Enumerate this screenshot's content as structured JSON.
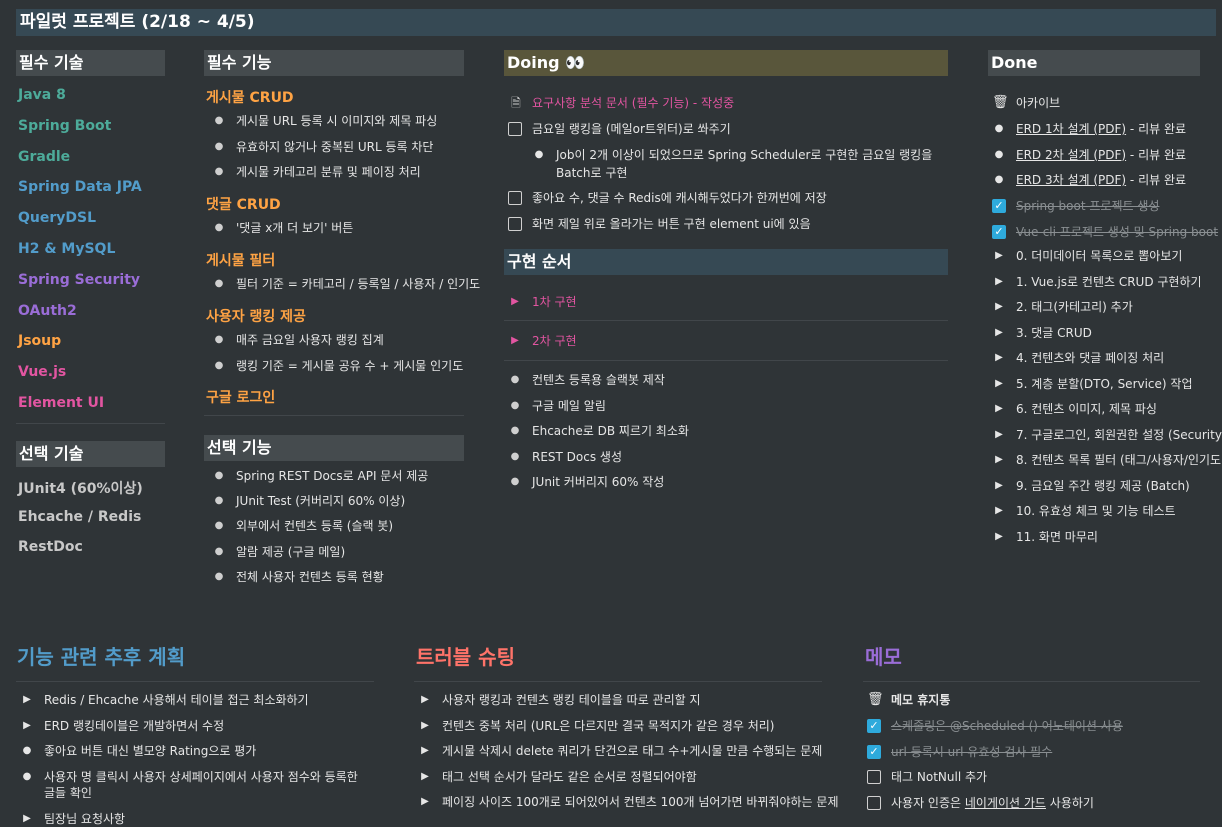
{
  "title": "파일럿 프로젝트 (2/18 ~ 4/5)",
  "required_tech": {
    "header": "필수 기술",
    "items": [
      {
        "label": "Java 8",
        "color": "#4dab9a"
      },
      {
        "label": "Spring Boot",
        "color": "#4dab9a"
      },
      {
        "label": "Gradle",
        "color": "#4dab9a"
      },
      {
        "label": "Spring Data JPA",
        "color": "#529cca"
      },
      {
        "label": "QueryDSL",
        "color": "#529cca"
      },
      {
        "label": "H2 & MySQL",
        "color": "#529cca"
      },
      {
        "label": "Spring Security",
        "color": "#9a6dd7"
      },
      {
        "label": "OAuth2",
        "color": "#9a6dd7"
      },
      {
        "label": "Jsoup",
        "color": "#ffa344"
      },
      {
        "label": "Vue.js",
        "color": "#e255a1"
      },
      {
        "label": "Element UI",
        "color": "#e255a1"
      }
    ]
  },
  "optional_tech": {
    "header": "선택 기술",
    "items": [
      {
        "label": "JUnit4 (60%이상)",
        "color": "#c8c8c8"
      },
      {
        "label": "Ehcache / Redis",
        "color": "#c8c8c8"
      },
      {
        "label": "RestDoc",
        "color": "#c8c8c8"
      }
    ]
  },
  "required_features": {
    "header": "필수 기능",
    "groups": [
      {
        "title": "게시물 CRUD",
        "items": [
          "게시물 URL 등록 시 이미지와 제목 파싱",
          "유효하지 않거나 중복된 URL 등록 차단",
          "게시물 카테고리 분류 및 페이징 처리"
        ]
      },
      {
        "title": "댓글 CRUD",
        "items": [
          "'댓글 x개 더 보기' 버튼"
        ]
      },
      {
        "title": "게시물 필터",
        "items": [
          "필터 기준 = 카테고리 / 등록일 / 사용자 / 인기도"
        ]
      },
      {
        "title": "사용자 랭킹 제공",
        "items": [
          "매주 금요일 사용자 랭킹 집계",
          "랭킹 기준 = 게시물 공유 수 + 게시물 인기도"
        ]
      },
      {
        "title": "구글 로그인",
        "items": []
      }
    ]
  },
  "optional_features": {
    "header": "선택 기능",
    "items": [
      "Spring REST Docs로 API 문서 제공",
      "JUnit Test (커버리지 60% 이상)",
      "외부에서 컨텐츠 등록 (슬랙 봇)",
      "알람 제공 (구글 메일)",
      "전체 사용자 컨텐츠 등록 현황"
    ]
  },
  "doing": {
    "header": "Doing 👀",
    "page_link": "요구사항 분석 문서 (필수 기능) - 작성중",
    "todo1": "금요일 랭킹을 (메일or트위터)로 쏴주기",
    "todo1_sub_a": "Job이 2개 이상이 되었으므로 Spring Scheduler로 구현한 금요일 랭킹을",
    "todo1_sub_b": "Batch로 구현",
    "todo2": "좋아요 수, 댓글 수 Redis에 캐시해두었다가 한꺼번에 저장",
    "todo3": "화면 제일 위로 올라가는 버튼 구현 element ui에 있음"
  },
  "impl_order": {
    "header": "구현 순서",
    "toggles": [
      "1차 구현",
      "2차 구현"
    ],
    "items": [
      "컨텐츠 등록용 슬랙봇 제작",
      "구글 메일 알림",
      "Ehcache로 DB 찌르기 최소화",
      "REST Docs 생성",
      "JUnit 커버리지 60% 작성"
    ]
  },
  "done": {
    "header": "Done",
    "archive": "아카이브",
    "erd": [
      {
        "link": "ERD 1차 설계 (PDF)",
        "suffix": " - 리뷰 완료"
      },
      {
        "link": "ERD 2차 설계 (PDF)",
        "suffix": " - 리뷰 완료"
      },
      {
        "link": "ERD 3차 설계 (PDF)",
        "suffix": " - 리뷰 완료"
      }
    ],
    "checked": [
      "Spring boot 프로젝트 생성",
      "Vue-cli 프로젝트 생성 및 Spring boot"
    ],
    "toggles": [
      "0. 더미데이터 목록으로 뽑아보기",
      "1. Vue.js로 컨텐츠 CRUD 구현하기",
      "2. 태그(카테고리) 추가",
      "3. 댓글 CRUD",
      "4. 컨텐츠와 댓글 페이징 처리",
      "5. 계층 분할(DTO, Service) 작업",
      "6. 컨텐츠 이미지, 제목 파싱",
      "7. 구글로그인, 회원권한 설정 (Security",
      "8. 컨텐츠 목록 필터 (태그/사용자/인기도",
      "9. 금요일 주간 랭킹 제공 (Batch)",
      "10. 유효성 체크 및 기능 테스트",
      "11. 화면 마무리"
    ]
  },
  "future": {
    "header": "기능 관련 추후 계획",
    "header_color": "#529cca",
    "items": [
      {
        "marker": "▶",
        "text": "Redis / Ehcache 사용해서 테이블 접근 최소화하기"
      },
      {
        "marker": "▶",
        "text": "ERD 랭킹테이블은 개발하면서 수정"
      },
      {
        "marker": "●",
        "text": "좋아요 버튼 대신 별모양 Rating으로 평가"
      },
      {
        "marker": "●",
        "text": "사용자 명 클릭시 사용자 상세페이지에서 사용자 점수와 등록한 글들 확인"
      },
      {
        "marker": "▶",
        "text": "팀장님 요청사항"
      }
    ]
  },
  "trouble": {
    "header": "트러블 슈팅",
    "header_color": "#ff7369",
    "items": [
      "사용자 랭킹과 컨텐츠 랭킹 테이블을 따로 관리할 지",
      "컨텐츠 중복 처리 (URL은 다르지만 결국 목적지가 같은 경우 처리)",
      "게시물 삭제시 delete 쿼리가 단건으로 태그 수+게시물 만큼 수행되는 문제",
      "태그 선택 순서가 달라도 같은 순서로 정렬되어야함",
      "페이징 사이즈 100개로 되어있어서 컨텐츠 100개 넘어가면 바뀌줘야하는 문제"
    ]
  },
  "memo": {
    "header": "메모",
    "header_color": "#9a6dd7",
    "trash": "메모 휴지통",
    "checked": [
      "스케줄링은 @Scheduled () 어노테이션 사용",
      "url 등록시 url 유효성 검사 필수"
    ],
    "todo1": "태그 NotNull 추가",
    "todo2_a": "사용자 인증은 ",
    "todo2_link": "네이게이션 가드",
    "todo2_b": " 사용하기"
  }
}
